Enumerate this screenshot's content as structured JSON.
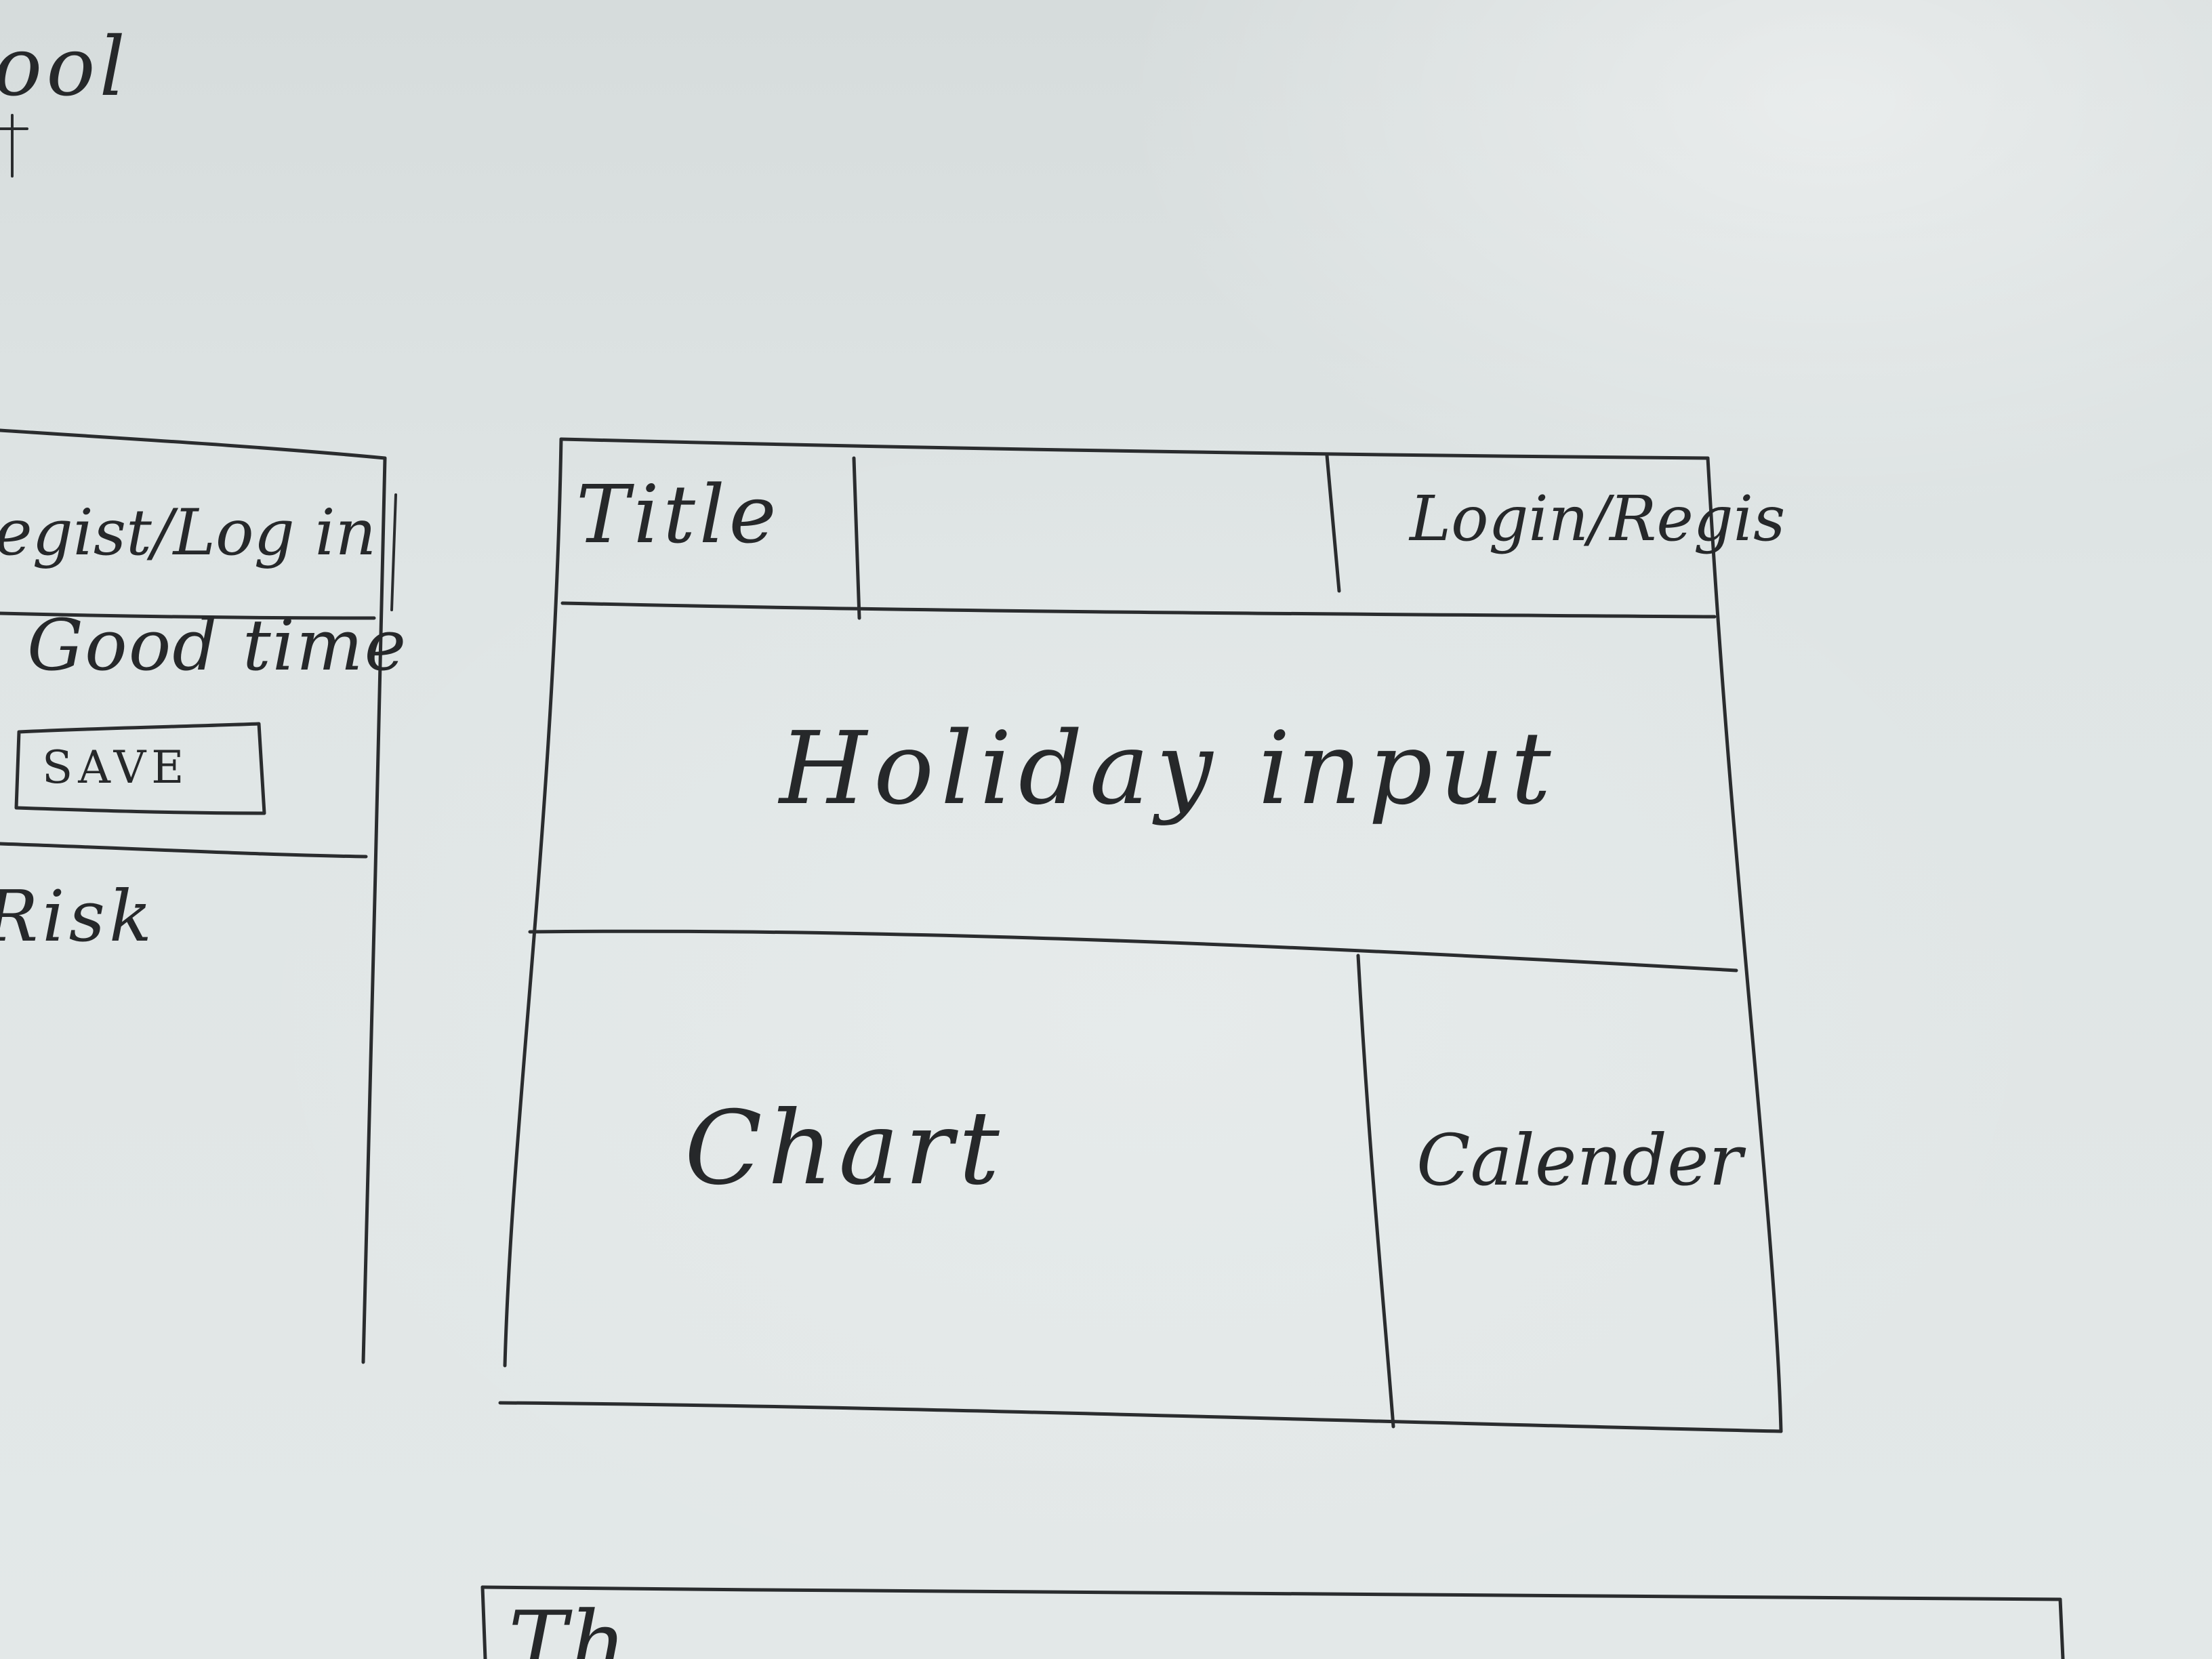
{
  "sketch": {
    "wireframe": {
      "header": {
        "title": "Title",
        "auth": "Login/Regis"
      },
      "holiday_section": "Holiday input",
      "chart_section": "Chart",
      "calendar_section": "Calender"
    },
    "side_panel": {
      "auth": "egist/Log in",
      "good_time": "Good time",
      "save_button": "SAVE",
      "risk": "Risk"
    },
    "corner_text": "ool",
    "bottom_text": "Th"
  },
  "colors": {
    "paper": "#dde3e3",
    "ink": "#2a2c2e"
  }
}
